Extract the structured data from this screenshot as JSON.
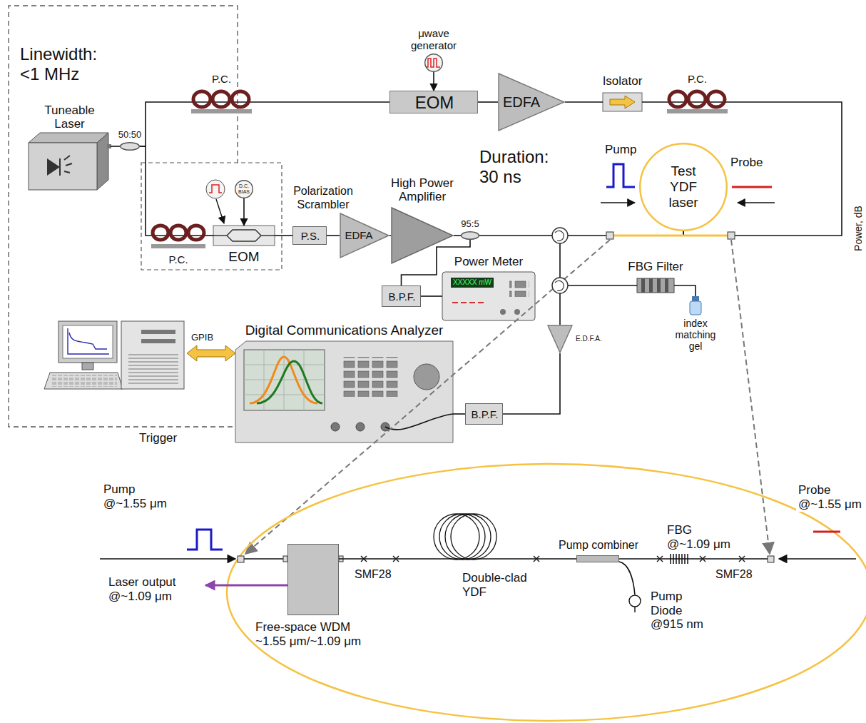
{
  "diagram": {
    "nodes": [
      {
        "text": [
          "Tuneable Laser"
        ]
      },
      {
        "text": [
          "50:50"
        ]
      },
      {
        "text": [
          "P.C."
        ]
      },
      {
        "text": [
          "EOM"
        ]
      },
      {
        "text": [
          "μwave generator"
        ]
      },
      {
        "text": [
          "EDFA"
        ]
      },
      {
        "text": [
          "Isolator"
        ]
      },
      {
        "text": [
          "P.C."
        ]
      },
      {
        "text": [
          "Test YDF laser"
        ]
      },
      {
        "text": [
          "P.C."
        ]
      },
      {
        "text": [
          "EOM"
        ]
      },
      {
        "text": [
          "D.C. BIAS"
        ]
      },
      {
        "text": [
          "Polarization Scrambler",
          "P.S."
        ]
      },
      {
        "text": [
          "EDFA"
        ]
      },
      {
        "text": [
          "High Power Amplifier"
        ]
      },
      {
        "text": [
          "95:5"
        ]
      },
      {
        "text": [
          "B.P.F."
        ]
      },
      {
        "text": [
          "Power Meter",
          "XXXXX mW"
        ]
      },
      {
        "text": [
          "FBG Filter"
        ]
      },
      {
        "text": [
          "index matching gel"
        ]
      },
      {
        "text": [
          "E.D.F.A."
        ]
      },
      {
        "text": [
          "B.P.F."
        ]
      },
      {
        "text": [
          "Digital Communications Analyzer"
        ]
      },
      {
        "text": [
          "Free-space WDM ~1.55 μm/~1.09 μm"
        ]
      },
      {
        "text": [
          "Pump combiner"
        ]
      }
    ],
    "edges": [
      {
        "from": 0,
        "to": 1,
        "arrow": "none"
      },
      {
        "from": 1,
        "to": 2,
        "arrow": "none"
      },
      {
        "from": 1,
        "to": 9,
        "arrow": "none"
      },
      {
        "from": 2,
        "to": 3,
        "arrow": "none"
      },
      {
        "from": 4,
        "to": 3,
        "arrow": "to"
      },
      {
        "from": 3,
        "to": 5,
        "arrow": "none"
      },
      {
        "from": 5,
        "to": 6,
        "arrow": "none"
      },
      {
        "from": 6,
        "to": 7,
        "arrow": "none"
      },
      {
        "from": 7,
        "to": 8,
        "arrow": "none"
      },
      {
        "from": 9,
        "to": 10,
        "arrow": "none"
      },
      {
        "from": 11,
        "to": 10,
        "arrow": "to"
      },
      {
        "from": 10,
        "to": 12,
        "arrow": "none"
      },
      {
        "from": 12,
        "to": 13,
        "arrow": "none"
      },
      {
        "from": 13,
        "to": 14,
        "arrow": "none"
      },
      {
        "from": 14,
        "to": 15,
        "arrow": "none"
      },
      {
        "from": 15,
        "to": 8,
        "arrow": "none"
      },
      {
        "from": 15,
        "to": 16,
        "arrow": "none"
      },
      {
        "from": 16,
        "to": 17,
        "arrow": "none"
      },
      {
        "from": 18,
        "to": 19,
        "arrow": "none"
      },
      {
        "from": 20,
        "to": 21,
        "arrow": "none"
      },
      {
        "from": 21,
        "to": 22,
        "arrow": "none"
      },
      {
        "from": 23,
        "to": 24,
        "arrow": "none"
      }
    ],
    "labels": [
      "Linewidth: <1 MHz",
      "Duration: 30 ns",
      "Pump",
      "Probe",
      "GPIB",
      "Trigger",
      "Pump @~1.55 μm",
      "Laser output @~1.09 μm",
      "SMF28",
      "Double-clad YDF",
      "Pump Diode @915 nm",
      "FBG @~1.09 μm",
      "SMF28",
      "Probe @~1.55 μm",
      "Power, dB"
    ]
  }
}
